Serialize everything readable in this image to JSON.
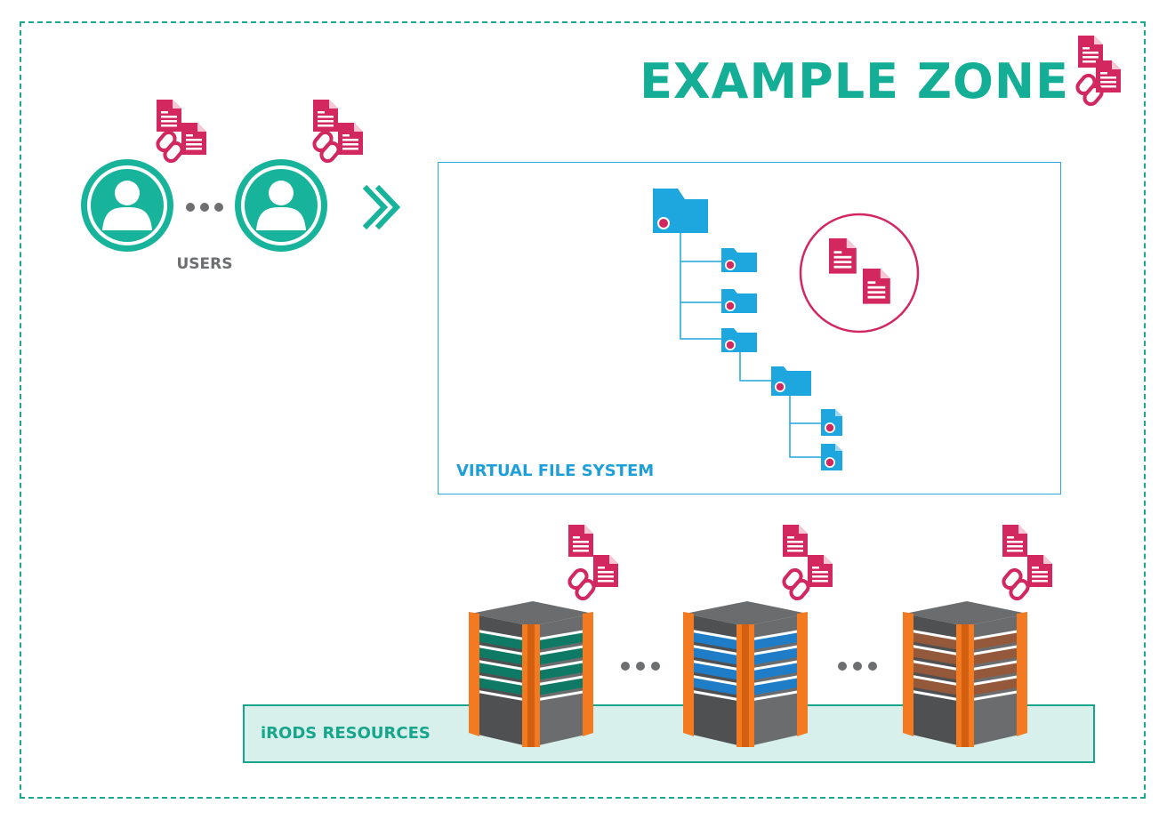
{
  "title": "EXAMPLE ZONE",
  "users_label": "USERS",
  "vfs_label": "VIRTUAL FILE SYSTEM",
  "resources_label": "iRODS RESOURCES",
  "colors": {
    "zone_teal": "#13ae95",
    "user_teal": "#17a58b",
    "vfs_blue": "#1ea6de",
    "magenta": "#d2275f",
    "gray_label": "#6d6e70",
    "server_orange": "#f37a21",
    "server_gray": "#6b6c6e",
    "resource_fill": "#d7f0ec"
  },
  "icons": {
    "metadata": "document-link-document-icon",
    "user": "user-avatar-icon",
    "folder": "folder-icon",
    "file": "file-icon",
    "server": "server-stack-icon",
    "arrow": "double-chevron-right-icon"
  },
  "servers": [
    {
      "name": "server-teal",
      "stripe": "#0e7a66"
    },
    {
      "name": "server-blue",
      "stripe": "#1f7cc7"
    },
    {
      "name": "server-brown",
      "stripe": "#94583a"
    }
  ]
}
